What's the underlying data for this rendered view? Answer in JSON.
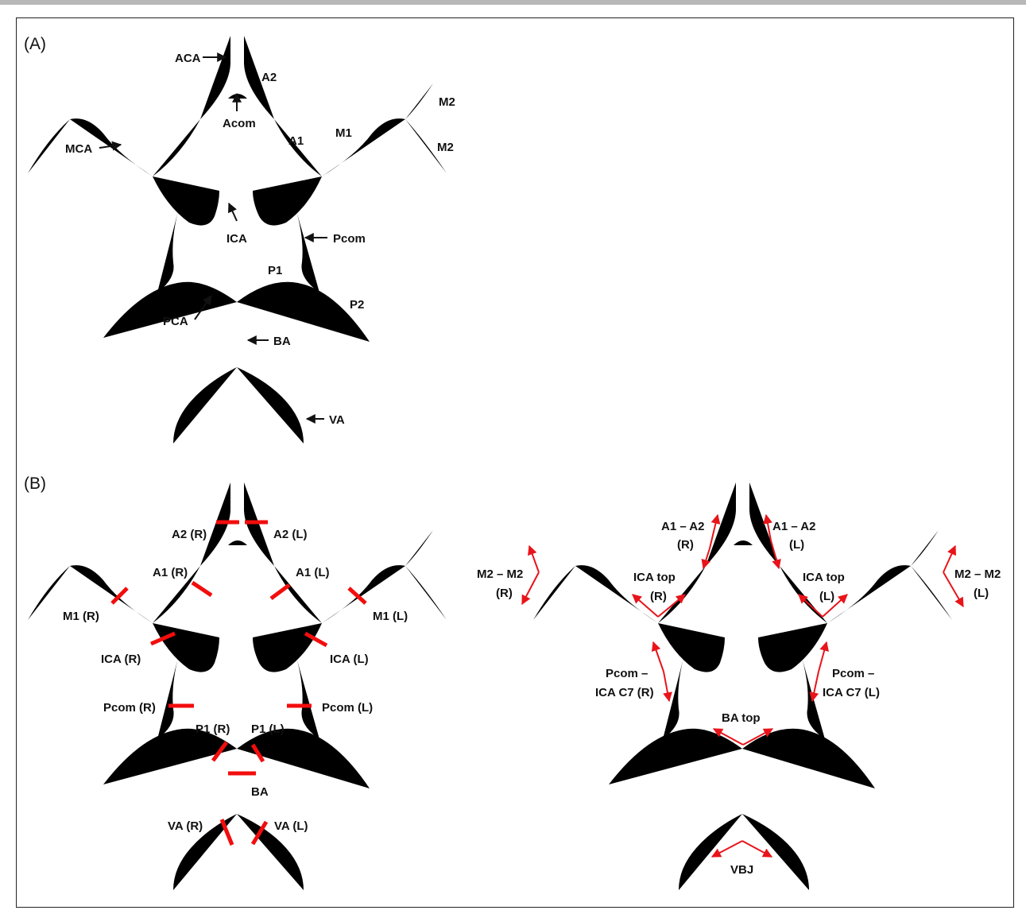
{
  "panels": {
    "a": "(A)",
    "b": "(B)"
  },
  "panel_a_labels": {
    "aca": "ACA",
    "a2": "A2",
    "acom": "Acom",
    "a1": "A1",
    "m1": "M1",
    "m2_upper": "M2",
    "m2_lower": "M2",
    "mca": "MCA",
    "ica": "ICA",
    "pcom": "Pcom",
    "p1": "P1",
    "p2": "P2",
    "pca": "PCA",
    "ba": "BA",
    "va": "VA"
  },
  "panel_b_left_labels": {
    "a2_r": "A2 (R)",
    "a2_l": "A2 (L)",
    "a1_r": "A1 (R)",
    "a1_l": "A1 (L)",
    "m1_r": "M1 (R)",
    "m1_l": "M1 (L)",
    "ica_r": "ICA (R)",
    "ica_l": "ICA (L)",
    "pcom_r": "Pcom (R)",
    "pcom_l": "Pcom (L)",
    "p1_r": "P1 (R)",
    "p1_l": "P1 (L)",
    "ba": "BA",
    "va_r": "VA (R)",
    "va_l": "VA (L)"
  },
  "panel_b_right_labels": {
    "a1a2_r_line1": "A1 – A2",
    "a1a2_r_line2": "(R)",
    "a1a2_l_line1": "A1 – A2",
    "a1a2_l_line2": "(L)",
    "m2m2_r_line1": "M2 – M2",
    "m2m2_r_line2": "(R)",
    "m2m2_l_line1": "M2 – M2",
    "m2m2_l_line2": "(L)",
    "icatop_r_line1": "ICA top",
    "icatop_r_line2": "(R)",
    "icatop_l_line1": "ICA top",
    "icatop_l_line2": "(L)",
    "pcomica_r_line1": "Pcom –",
    "pcomica_r_line2": "ICA C7 (R)",
    "pcomica_l_line1": "Pcom –",
    "pcomica_l_line2": "ICA C7 (L)",
    "ba_top": "BA top",
    "vbj": "VBJ"
  },
  "colors": {
    "vessel_panel_a": "#f20d0d",
    "vessel_panel_b": "#8a8a8a",
    "marker": "#f20d0d",
    "arrow": "#111111"
  },
  "icons": {
    "pointer": "arrow-icon",
    "segment_marker": "bar-marker-icon",
    "span_marker": "double-arrow-icon"
  }
}
